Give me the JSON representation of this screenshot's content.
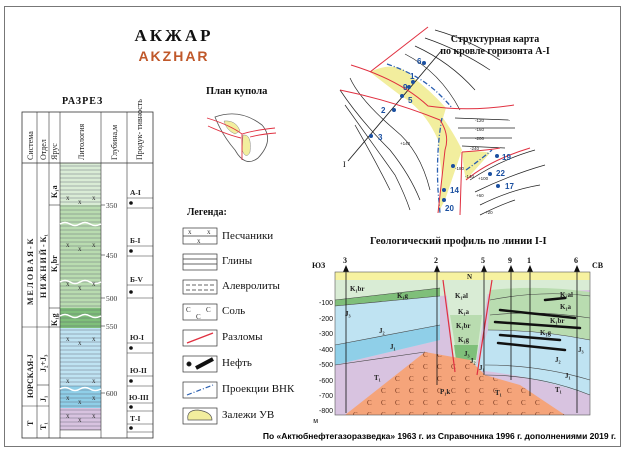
{
  "colors": {
    "accent": "#c0582a",
    "fault": "#e03040",
    "vnk": "#2a5fb0",
    "deposit": "#f2ee9e",
    "green_light": "#d9ecd5",
    "green": "#b9dcb0",
    "green_dark": "#7fbf7a",
    "blue": "#bfe3f2",
    "blue_dark": "#8fcfe8",
    "purple": "#d8c3e0",
    "salt": "#f5a47a",
    "neogene": "#f7f2a0"
  },
  "header": {
    "title": "АКЖАР",
    "subtitle": "AKZHAR"
  },
  "section": {
    "title": "РАЗРЕЗ",
    "columns": [
      "Система",
      "Отдел",
      "Ярус",
      "Литология",
      "Глубина,м",
      "Продук-\nтивность"
    ],
    "systems": [
      "М Е Л О В А Я - К",
      "ЮРСКАЯ-J",
      "Т"
    ],
    "series": [
      "Н И Ж Н И Й - К₁",
      "J₂+J₃",
      "J₁",
      "T₁"
    ],
    "stages": [
      "K₁a",
      "K₁br",
      "K₁g"
    ],
    "depths": [
      "350",
      "450",
      "500",
      "550",
      "600"
    ],
    "horizons": [
      "А-I",
      "Б-I",
      "Б-V",
      "Ю-I",
      "Ю-II",
      "Ю-III",
      "Т-I"
    ]
  },
  "dome_plan": {
    "title": "План купола"
  },
  "legend": {
    "title": "Легенда:",
    "items": [
      {
        "icon": "sandstone-icon",
        "label": "Песчаники"
      },
      {
        "icon": "clay-icon",
        "label": "Глины"
      },
      {
        "icon": "siltstone-icon",
        "label": "Алевролиты"
      },
      {
        "icon": "salt-icon",
        "label": "Соль"
      },
      {
        "icon": "fault-icon",
        "label": "Разломы"
      },
      {
        "icon": "oil-icon",
        "label": "Нефть"
      },
      {
        "icon": "owc-projection-icon",
        "label": "Проекции ВНК"
      },
      {
        "icon": "hydrocarbon-deposit-icon",
        "label": "Залежи УВ"
      }
    ]
  },
  "structure_map": {
    "title_line1": "Структурная карта",
    "title_line2": "по кровле горизонта А-I",
    "wells": [
      "6",
      "1",
      "9",
      "5",
      "2",
      "3",
      "19",
      "22",
      "17",
      "14",
      "20"
    ],
    "line_label": "I",
    "contours": [
      "-120",
      "-160",
      "-200",
      "-240",
      "+20",
      "+60",
      "+100",
      "+140",
      "-180",
      "-140"
    ]
  },
  "profile": {
    "title": "Геологический профиль по линии I-I",
    "dir_left": "ЮЗ",
    "dir_right": "СВ",
    "wells": [
      "3",
      "2",
      "5",
      "9",
      "1",
      "6"
    ],
    "y_ticks": [
      "-100",
      "-200",
      "-300",
      "-400",
      "-500",
      "-600",
      "-700",
      "-800"
    ],
    "y_unit": "м",
    "units": [
      "N",
      "K₁br",
      "K₁g",
      "J₃",
      "J₂",
      "J₁",
      "T₁",
      "P₁k",
      "K₁al",
      "K₁a",
      "K₁br",
      "K₁g",
      "J₃",
      "J₂",
      "J₁",
      "T₁",
      "K₁al",
      "K₁a",
      "K₁br",
      "K₁g",
      "J₃",
      "J₂",
      "J₁",
      "T₁"
    ]
  },
  "footer": "По «Актюбнефтегазоразведка» 1963 г. из Справочника 1996 г. дополнениями 2019 г."
}
